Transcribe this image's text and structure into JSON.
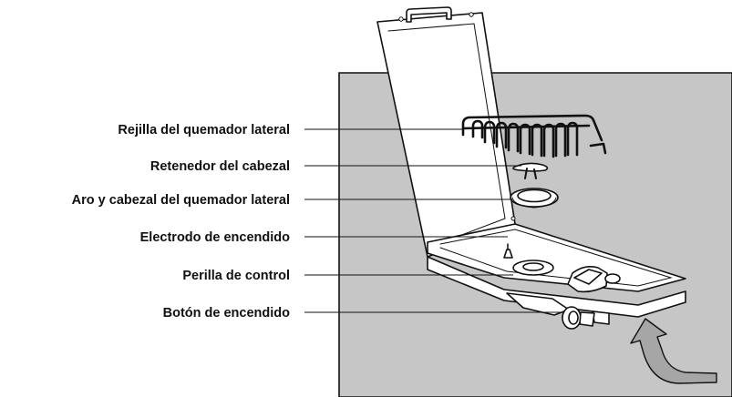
{
  "labels": {
    "grate": "Rejilla del quemador lateral",
    "retainer": "Retenedor del cabezal",
    "ring_head": "Aro y cabezal del quemador lateral",
    "electrode": "Electrodo de encendido",
    "knob": "Perilla de control",
    "igniter_button": "Botón de encendido"
  },
  "colors": {
    "backdrop": "#c6c6c6",
    "arrow": "#a6a6a6",
    "ink": "#111111"
  }
}
